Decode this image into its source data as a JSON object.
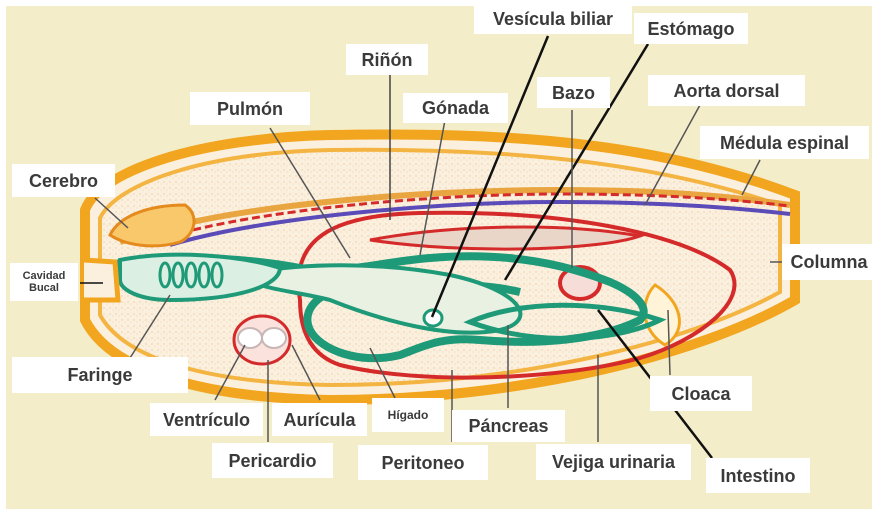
{
  "diagram": {
    "labels": {
      "vesicula_biliar": "Vesícula biliar",
      "estomago": "Estómago",
      "rinon": "Riñón",
      "pulmon": "Pulmón",
      "gonada": "Gónada",
      "bazo": "Bazo",
      "aorta_dorsal": "Aorta dorsal",
      "medula_espinal": "Médula espinal",
      "cerebro": "Cerebro",
      "cavidad_bucal": "Cavidad Bucal",
      "columna": "Columna",
      "faringe": "Faringe",
      "cloaca": "Cloaca",
      "ventriculo": "Ventrículo",
      "auricula": "Aurícula",
      "higado": "Hígado",
      "pancreas": "Páncreas",
      "pericardio": "Pericardio",
      "peritoneo": "Peritoneo",
      "vejiga_urinaria": "Vejiga urinaria",
      "intestino": "Intestino"
    },
    "colors": {
      "background": "#f3edc9",
      "body_outline": "#f2a51f",
      "digestive": "#1f9a78",
      "vessels": "#d42a2a",
      "aorta": "#5a4bb8",
      "leader_line": "#111111"
    }
  }
}
